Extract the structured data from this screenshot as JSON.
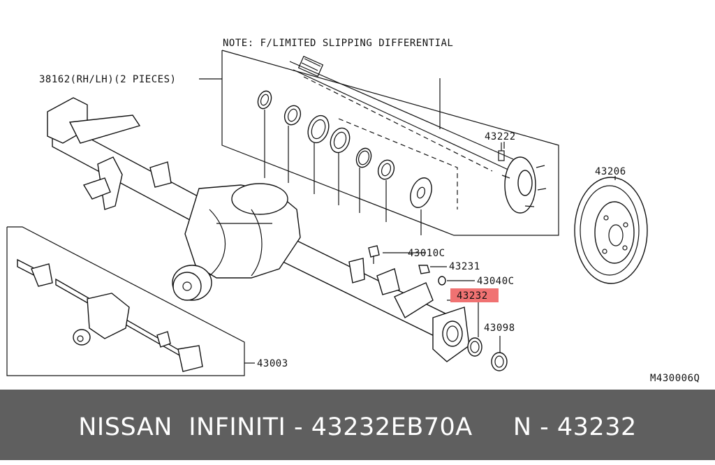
{
  "labels": {
    "note": "NOTE: F/LIMITED SLIPPING DIFFERENTIAL",
    "shaft_note": "38162(RH/LH)(2 PIECES)",
    "p43222": "43222",
    "p43206": "43206",
    "p43010c": "43010C",
    "p43231": "43231",
    "p43040c": "43040C",
    "p43232": "43232",
    "p43098": "43098",
    "p43003": "43003",
    "diagram_code": "M430006Q"
  },
  "highlight_color": "#f07272",
  "footer": {
    "text": "NISSAN  INFINITI - 43232EB70A     N - 43232",
    "background": "#5f5f5f"
  }
}
